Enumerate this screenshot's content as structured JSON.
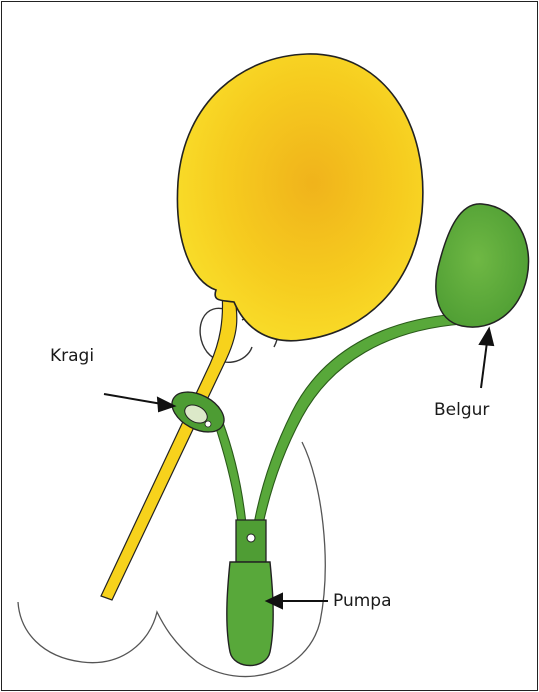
{
  "labels": {
    "collar": "Kragi",
    "bulb": "Belgur",
    "pump": "Pumpa"
  },
  "colors": {
    "cylinder": "#f7d21c",
    "cylinder_shade": "#f0b51a",
    "green": "#58a83a",
    "green_dark": "#3f8a2a",
    "outline": "#1f1f1f"
  }
}
